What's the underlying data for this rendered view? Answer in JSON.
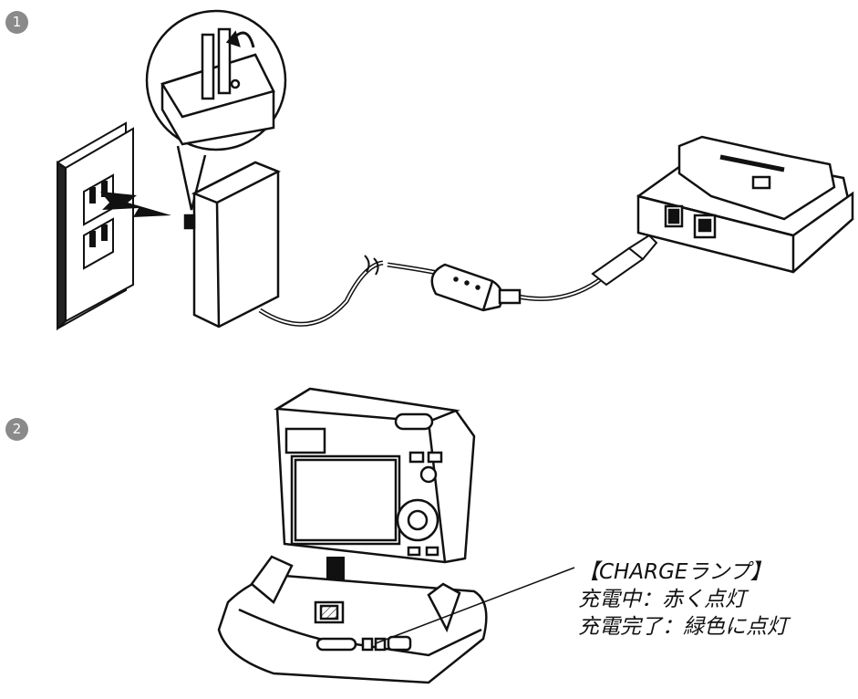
{
  "steps": {
    "step1_badge": "1",
    "step2_badge": "2"
  },
  "charge_lamp_callout": {
    "title": "【CHARGEランプ】",
    "line_charging": "充電中：赤く点灯",
    "line_complete": "充電完了：緑色に点灯"
  }
}
